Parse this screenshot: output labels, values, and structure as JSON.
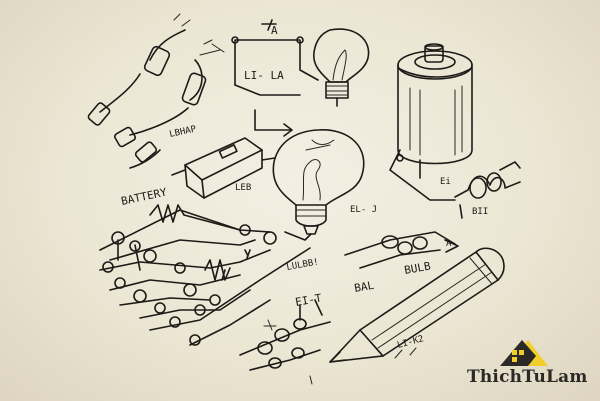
{
  "labels": {
    "a_top": "A",
    "li_la": "LI- LA",
    "lbhap": "LBHAP",
    "battery": "BATTERY",
    "leb": "LEB",
    "lulbb": "LULBB!",
    "el_j": "EL- J",
    "ei_lb": "Ei",
    "bii": "BII",
    "eilt": "EI-T",
    "bal": "BAL",
    "bulb": "BULB",
    "a_right": "A",
    "formula": "LI-K2"
  },
  "logo": {
    "name": "ThichTuLam",
    "accent": "#f0cf2a"
  }
}
